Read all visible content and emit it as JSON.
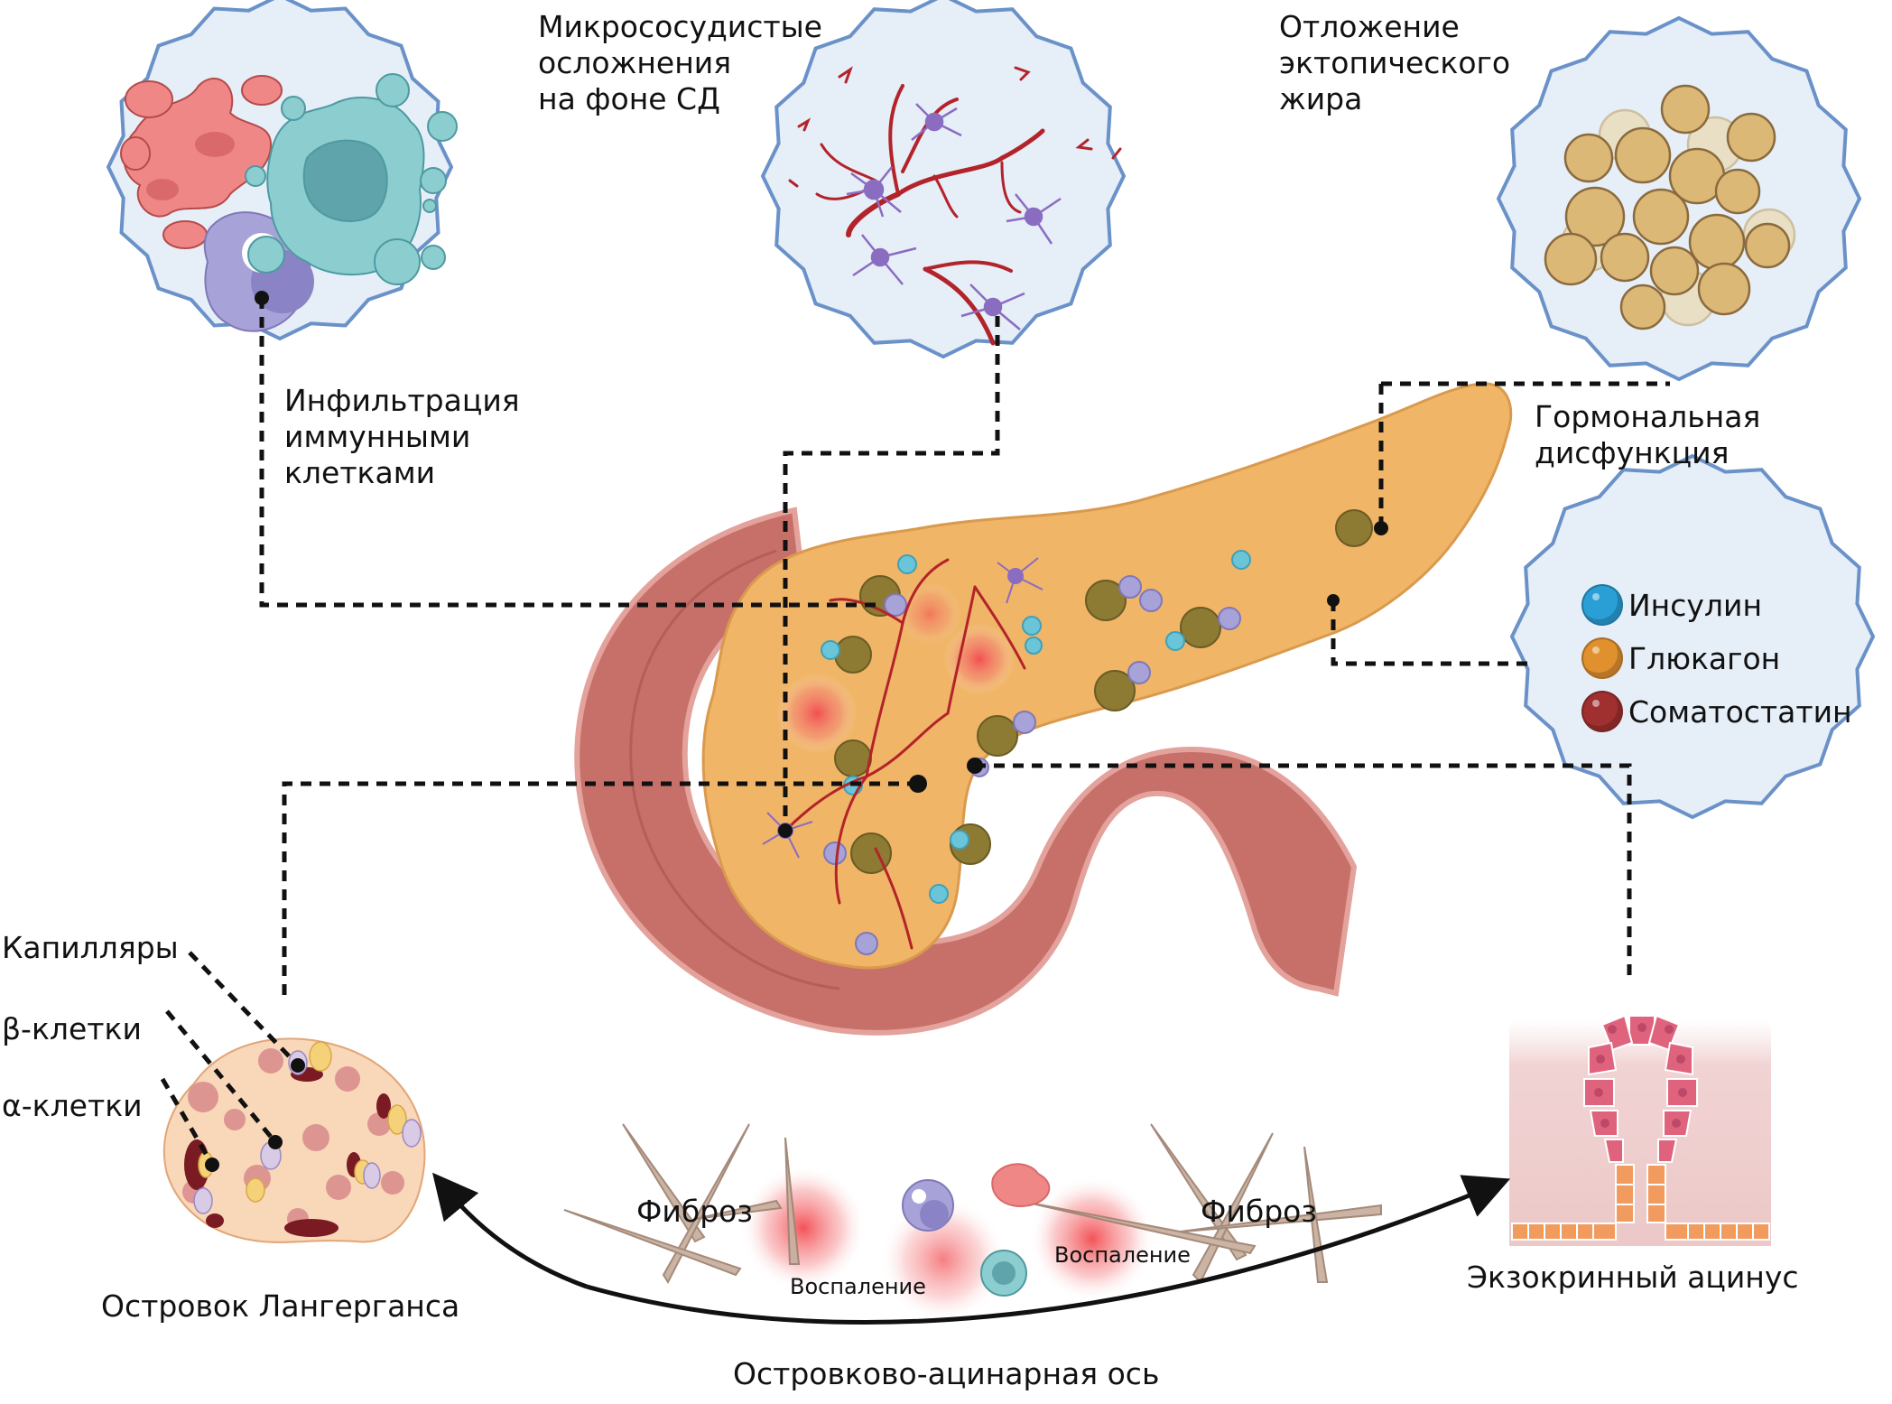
{
  "labels": {
    "microvascular": [
      "Микрососудистые",
      "осложнения",
      "на фоне СД"
    ],
    "ectopic_fat": [
      "Отложение",
      "эктопического",
      "жира"
    ],
    "immune_infiltration": [
      "Инфильтрация",
      "иммунными",
      "клетками"
    ],
    "hormonal_dysfunction": [
      "Гормональная",
      "дисфункция"
    ],
    "capillaries": "Капилляры",
    "beta_cells": "β-клетки",
    "alpha_cells": "α-клетки",
    "islet": "Островок Лангерганса",
    "acinus": "Экзокринный ацинус",
    "axis": "Островково-ацинарная ось",
    "fibrosis_left": "Фиброз",
    "fibrosis_right": "Фиброз",
    "inflammation_left": "Воспаление",
    "inflammation_right": "Воспаление"
  },
  "legend": [
    {
      "label": "Инсулин",
      "color": "#2a9fd6"
    },
    {
      "label": "Глюкагон",
      "color": "#e0912e"
    },
    {
      "label": "Соматостатин",
      "color": "#a0302f"
    }
  ],
  "colors": {
    "callout_fill": "#e6eef8",
    "callout_stroke": "#6a92c8",
    "pancreas": "#f0b567",
    "duodenum": "#c7706a",
    "vessel": "#b3232a",
    "neuron": "#8a6cc0"
  }
}
